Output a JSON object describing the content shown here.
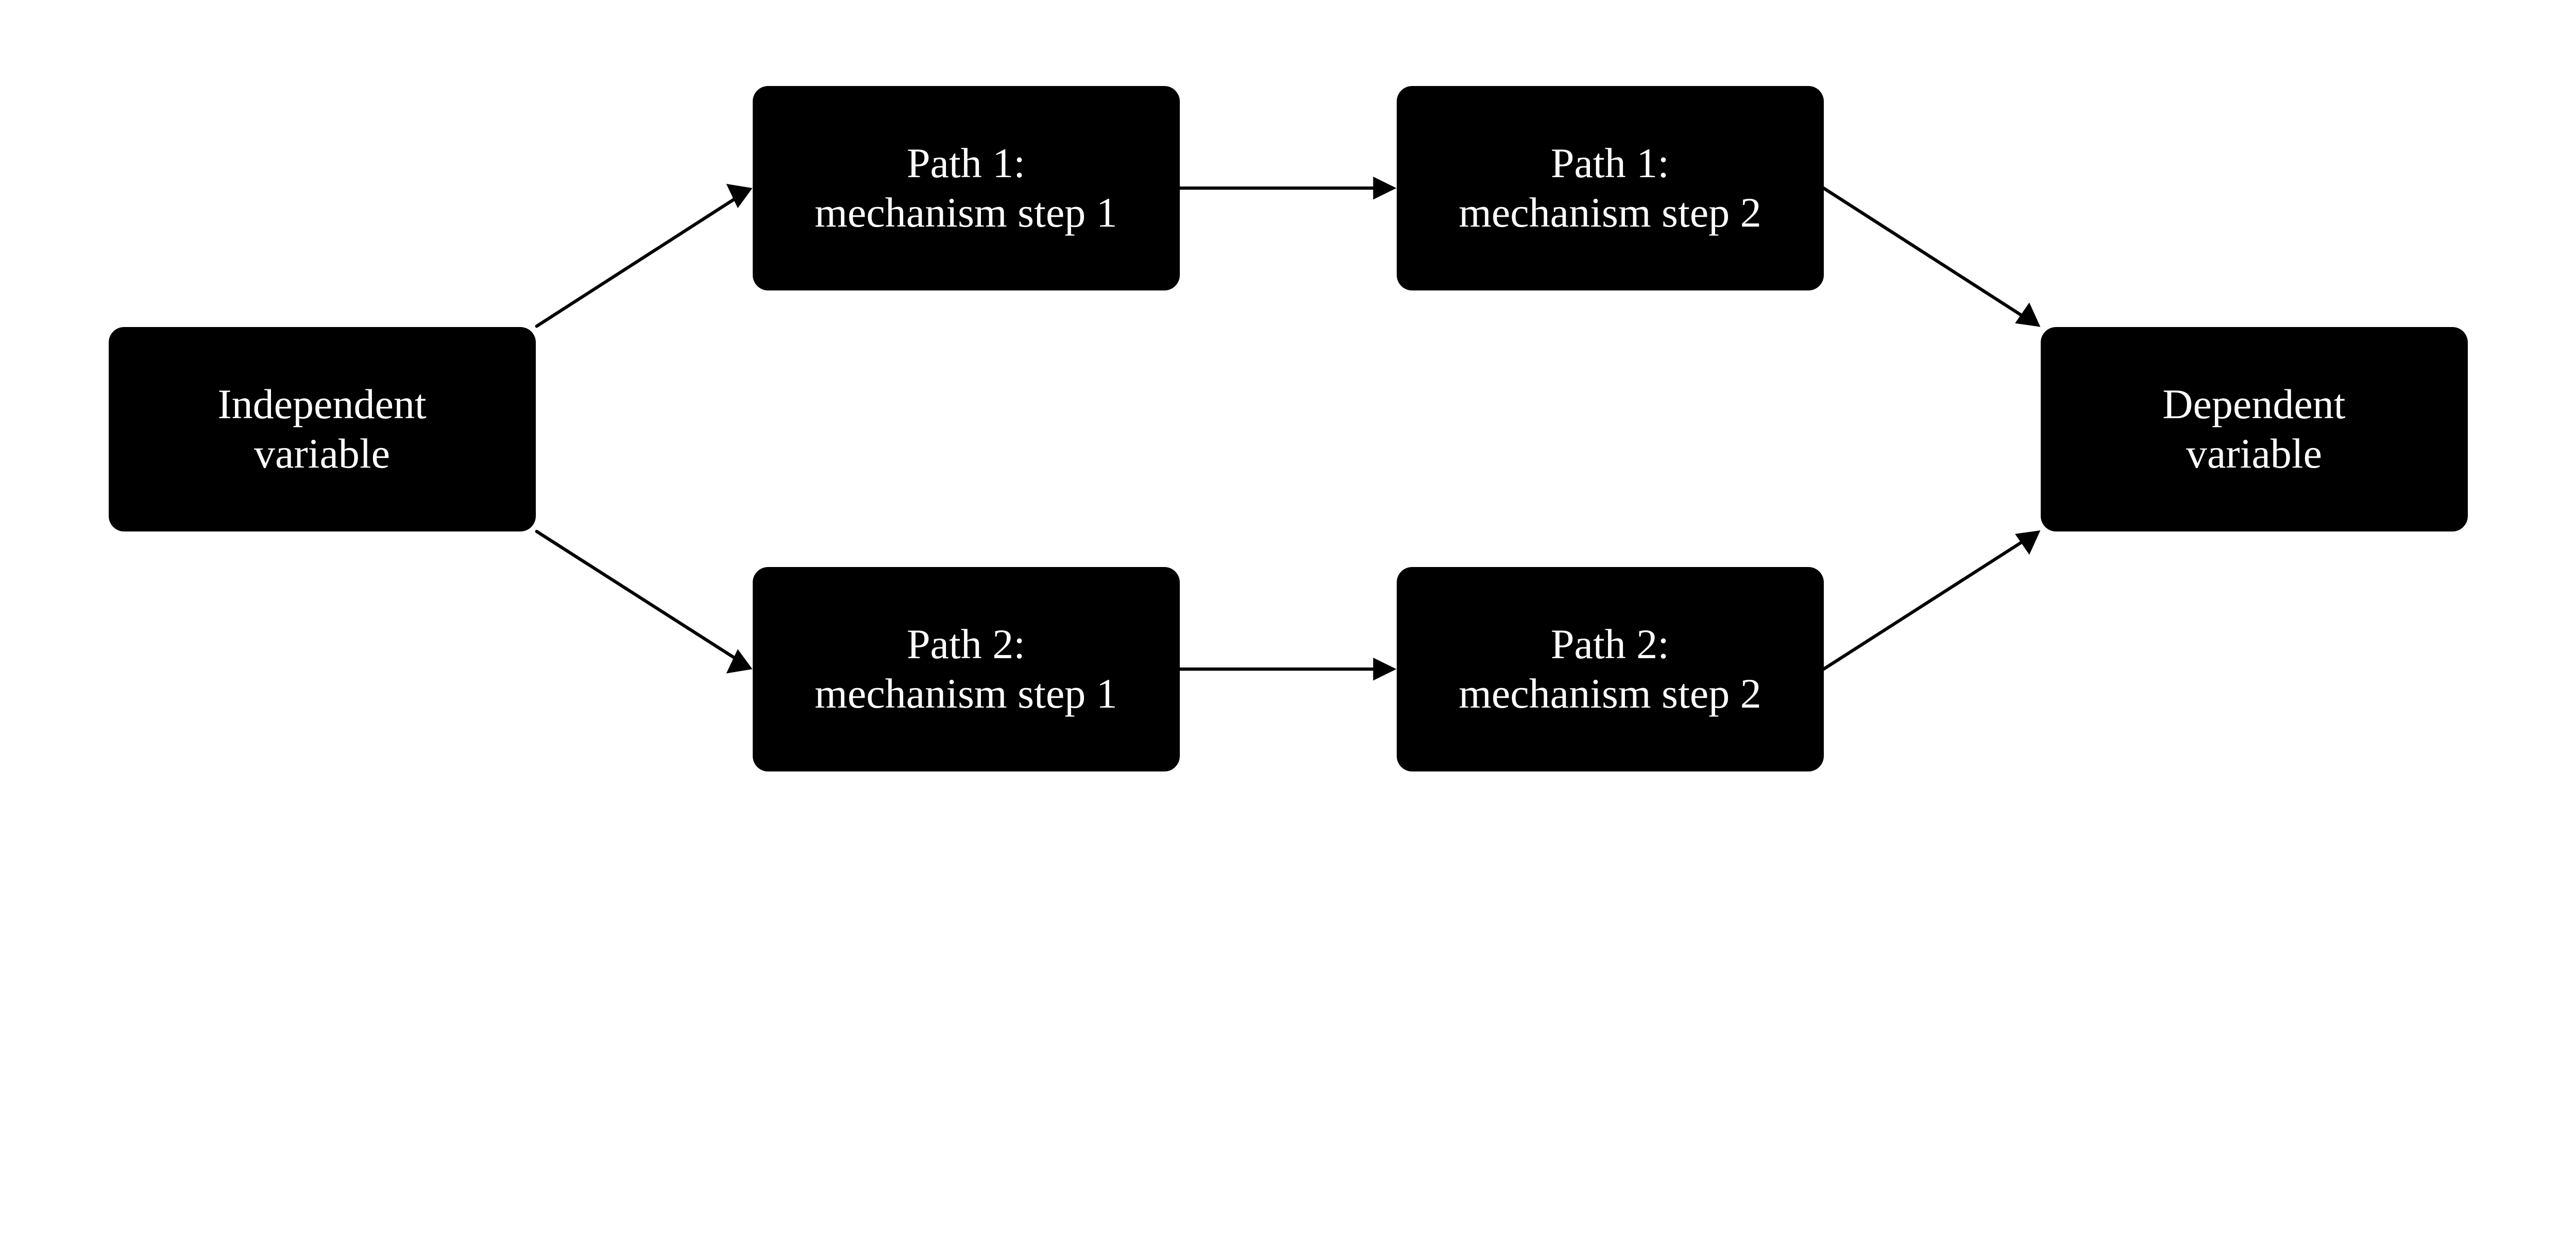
{
  "colors": {
    "node_fill": "#000000",
    "node_text": "#ffffff",
    "edge": "#000000",
    "background": "#ffffff"
  },
  "nodes": [
    {
      "id": "independent",
      "lines": [
        "Independent",
        "variable"
      ]
    },
    {
      "id": "p1s1",
      "lines": [
        "Path 1:",
        "mechanism step 1"
      ]
    },
    {
      "id": "p1s2",
      "lines": [
        "Path 1:",
        "mechanism step 2"
      ]
    },
    {
      "id": "dependent",
      "lines": [
        "Dependent",
        "variable"
      ]
    },
    {
      "id": "p2s1",
      "lines": [
        "Path 2:",
        "mechanism step 1"
      ]
    },
    {
      "id": "p2s2",
      "lines": [
        "Path 2:",
        "mechanism step 2"
      ]
    }
  ],
  "edges": [
    {
      "from": "independent",
      "to": "p1s1"
    },
    {
      "from": "p1s1",
      "to": "p1s2"
    },
    {
      "from": "p1s2",
      "to": "dependent"
    },
    {
      "from": "independent",
      "to": "p2s1"
    },
    {
      "from": "p2s1",
      "to": "p2s2"
    },
    {
      "from": "p2s2",
      "to": "dependent"
    }
  ]
}
